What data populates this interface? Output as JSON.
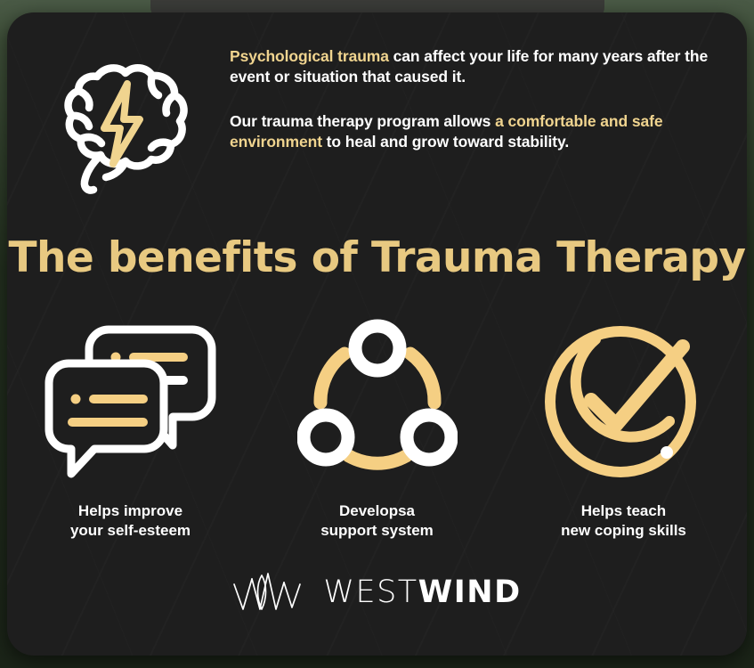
{
  "theme": {
    "card_background": "#1e1e1e",
    "page_background": "#3f5039",
    "gold_accent": "#f0d48f",
    "heading_gold": "#e8c981",
    "text_white": "#ffffff"
  },
  "intro": {
    "paragraph1": {
      "highlight": "Psychological trauma",
      "rest": " can affect your life for many years after the event or situation that caused it."
    },
    "paragraph2": {
      "lead": "Our trauma therapy program allows ",
      "highlight": "a comfortable and safe environment",
      "rest": " to heal and grow toward stability."
    }
  },
  "heading": {
    "text": "The benefits of Trauma Therapy"
  },
  "benefits": [
    {
      "icon": "speech-bubbles-icon",
      "label": "Helps improve\nyour self-esteem"
    },
    {
      "icon": "support-network-icon",
      "label": "Developsa\nsupport system"
    },
    {
      "icon": "check-circle-icon",
      "label": "Helps teach\nnew coping skills"
    }
  ],
  "logo": {
    "mark": "westwind-wave-mark",
    "word_light": "WEST",
    "word_bold": "WIND"
  }
}
